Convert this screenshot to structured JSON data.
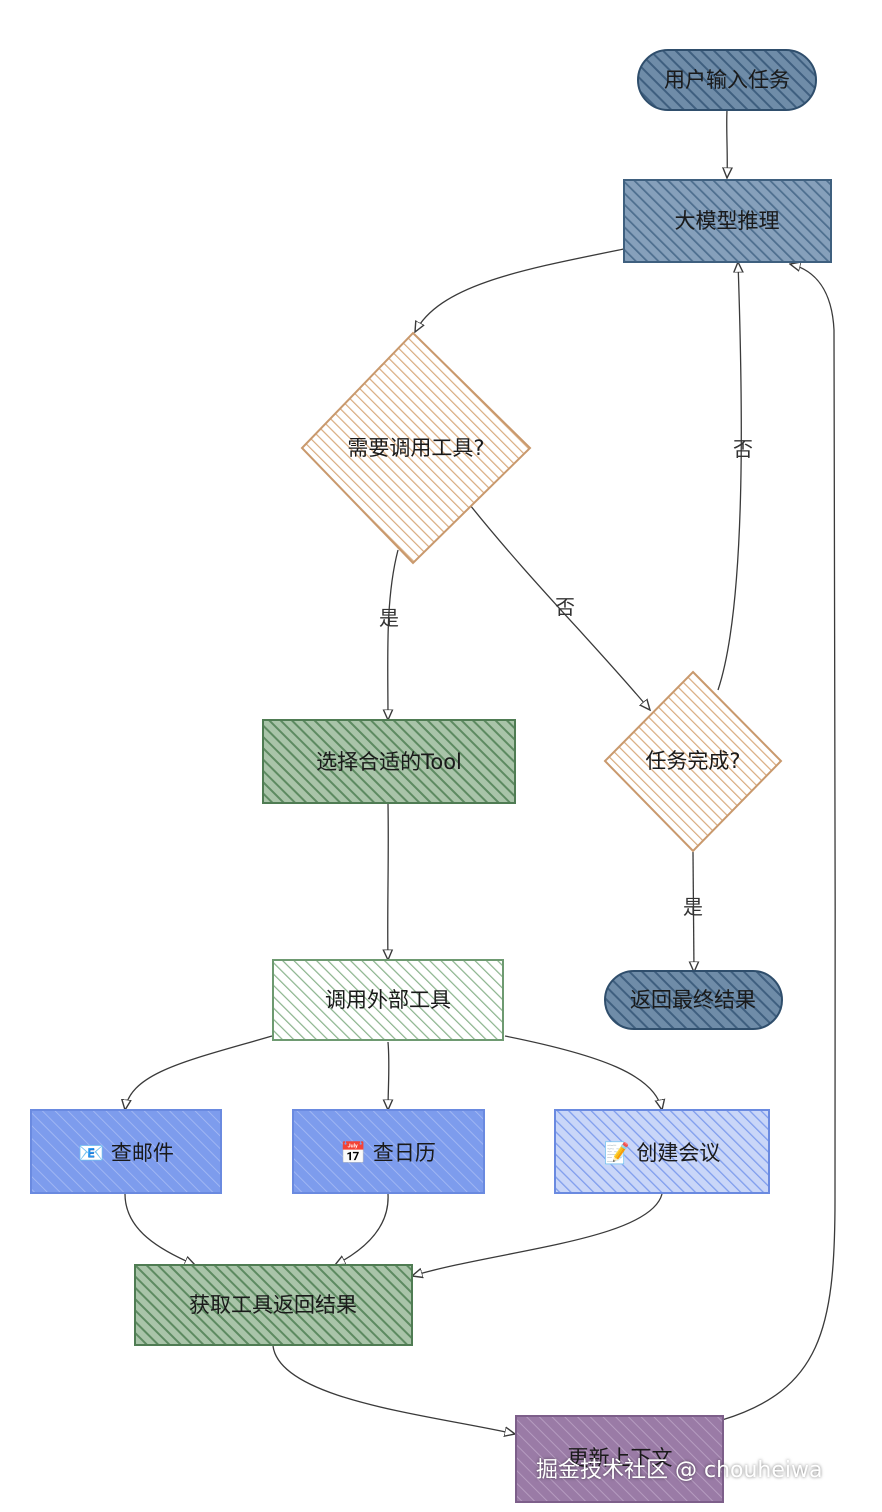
{
  "nodes": {
    "start": {
      "label": "用户输入任务"
    },
    "llm": {
      "label": "大模型推理"
    },
    "need_tool": {
      "label": "需要调用工具?"
    },
    "select_tool": {
      "label": "选择合适的Tool"
    },
    "task_done": {
      "label": "任务完成?"
    },
    "call_tool": {
      "label": "调用外部工具"
    },
    "return_final": {
      "label": "返回最终结果"
    },
    "check_mail": {
      "label": "📧 查邮件"
    },
    "check_calendar": {
      "label": "📅 查日历"
    },
    "create_meeting": {
      "label": "📝 创建会议"
    },
    "get_result": {
      "label": "获取工具返回结果"
    },
    "update_context": {
      "label": "更新上下文"
    }
  },
  "edges": {
    "need_tool_yes": "是",
    "need_tool_no": "否",
    "task_done_no": "否",
    "task_done_yes": "是"
  },
  "colors": {
    "terminal": "#4f7090",
    "process_blue": "#5b7d9c",
    "decision": "#d6a77a",
    "green_dark": "#6d9770",
    "green_light": "#9bbf9d",
    "tool_blue": "#7d9ced",
    "tool_blue_light": "#a4b9f2",
    "purple": "#9a7ba6"
  },
  "watermark": "掘金技术社区 @ chouheiwa"
}
